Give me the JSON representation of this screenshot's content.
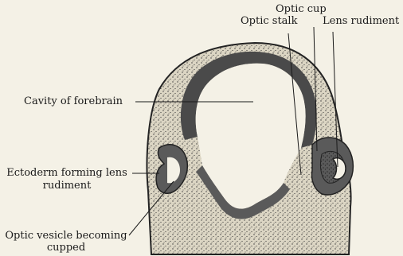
{
  "labels": {
    "optic_cup": "Optic cup",
    "optic_stalk": "Optic stalk",
    "lens_rudiment": "Lens rudiment",
    "cavity_of_forebrain": "Cavity of forebrain",
    "ectoderm_line1": "Ectoderm forming lens",
    "ectoderm_line2": "rudiment",
    "optic_vesicle_line1": "Optic vesicle becoming",
    "optic_vesicle_line2": "cupped"
  },
  "colors": {
    "background": "#f4f1e6",
    "tissue": "#d9d4c2",
    "stipple": "#3a3a3a",
    "neural_wall": "#4a4a4a",
    "line": "#1a1a1a"
  }
}
